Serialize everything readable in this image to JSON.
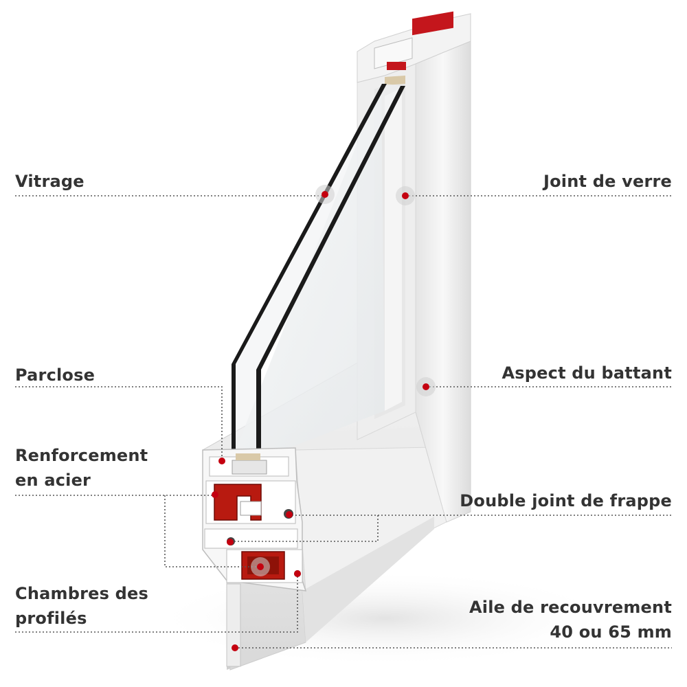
{
  "colors": {
    "marker": "#c4000f",
    "leader_line": "#555555",
    "label_text": "#333333",
    "profile_white": "#f2f2f2",
    "steel_red": "#b81a10",
    "glass_edge": "#1a1a1a"
  },
  "labels": {
    "vitrage": "Vitrage",
    "joint_de_verre": "Joint de verre",
    "parclose": "Parclose",
    "aspect_du_battant": "Aspect du battant",
    "renforcement_line1": "Renforcement",
    "renforcement_line2": "en acier",
    "double_joint": "Double joint de frappe",
    "chambres_line1": "Chambres des",
    "chambres_line2": "profilés",
    "aile_line1": "Aile de recouvrement",
    "aile_line2": "40 ou 65 mm"
  }
}
